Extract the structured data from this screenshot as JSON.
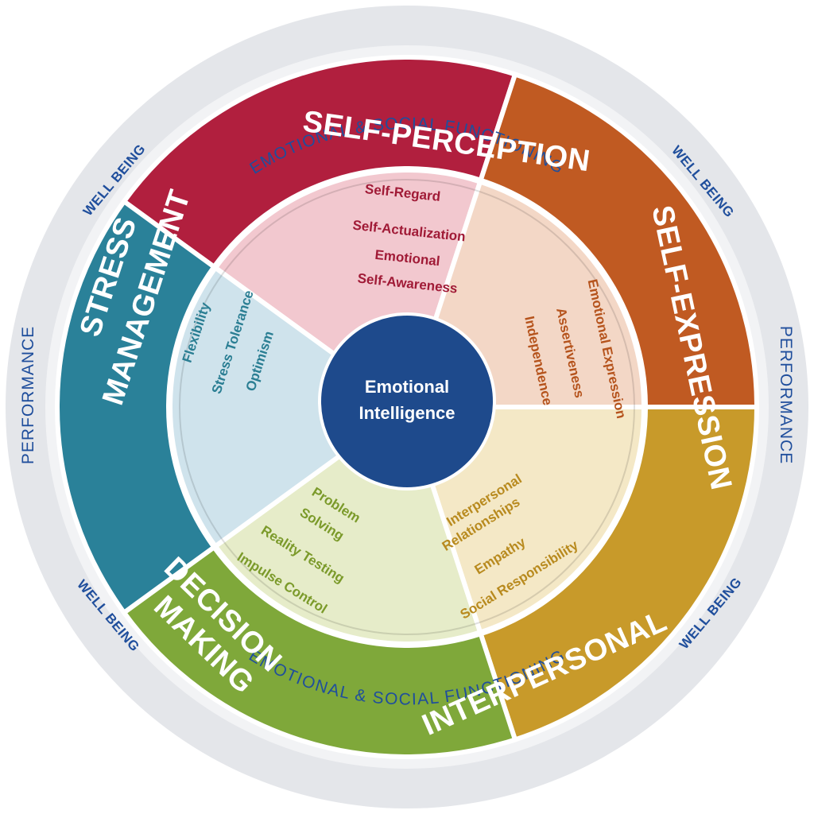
{
  "outer_ring": {
    "top": "EMOTIONAL & SOCIAL FUNCTIONING",
    "bottom": "EMOTIONAL & SOCIAL FUNCTIONING",
    "left": "PERFORMANCE",
    "right": "PERFORMANCE",
    "well_being_top_left": "WELL BEING",
    "well_being_top_right": "WELL BEING",
    "well_being_bottom_left": "WELL BEING",
    "well_being_bottom_right": "WELL BEING"
  },
  "center": {
    "line1": "Emotional",
    "line2": "Intelligence",
    "color": "#1e4a8c"
  },
  "composites": [
    {
      "key": "self_perception",
      "lines": [
        "SELF-PERCEPTION"
      ],
      "color": "#b11f3e",
      "light": "#f2c8cf",
      "text_color": "#a01a36",
      "subscales": [
        "Self-Regard",
        "Self-Actualization",
        "Emotional",
        "Self-Awareness"
      ]
    },
    {
      "key": "self_expression",
      "lines": [
        "SELF-EXPRESSION"
      ],
      "color": "#c05a22",
      "light": "#f3d7c6",
      "text_color": "#b5531c",
      "subscales": [
        "Emotional Expression",
        "Assertiveness",
        "Independence"
      ]
    },
    {
      "key": "interpersonal",
      "lines": [
        "INTERPERSONAL"
      ],
      "color": "#c89a2a",
      "light": "#f4e8c6",
      "text_color": "#b88a1e",
      "subscales": [
        "Interpersonal",
        "Relationships",
        "Empathy",
        "Social Responsibility"
      ]
    },
    {
      "key": "decision_making",
      "lines": [
        "DECISION",
        "MAKING"
      ],
      "color": "#7fa83a",
      "light": "#e6ecc9",
      "text_color": "#7b9a2a",
      "subscales": [
        "Problem",
        "Solving",
        "Reality Testing",
        "Impulse Control"
      ]
    },
    {
      "key": "stress_management",
      "lines": [
        "STRESS",
        "MANAGEMENT"
      ],
      "color": "#2a8199",
      "light": "#cfe3ec",
      "text_color": "#2a7e93",
      "subscales": [
        "Flexibility",
        "Stress Tolerance",
        "Optimism"
      ]
    }
  ]
}
